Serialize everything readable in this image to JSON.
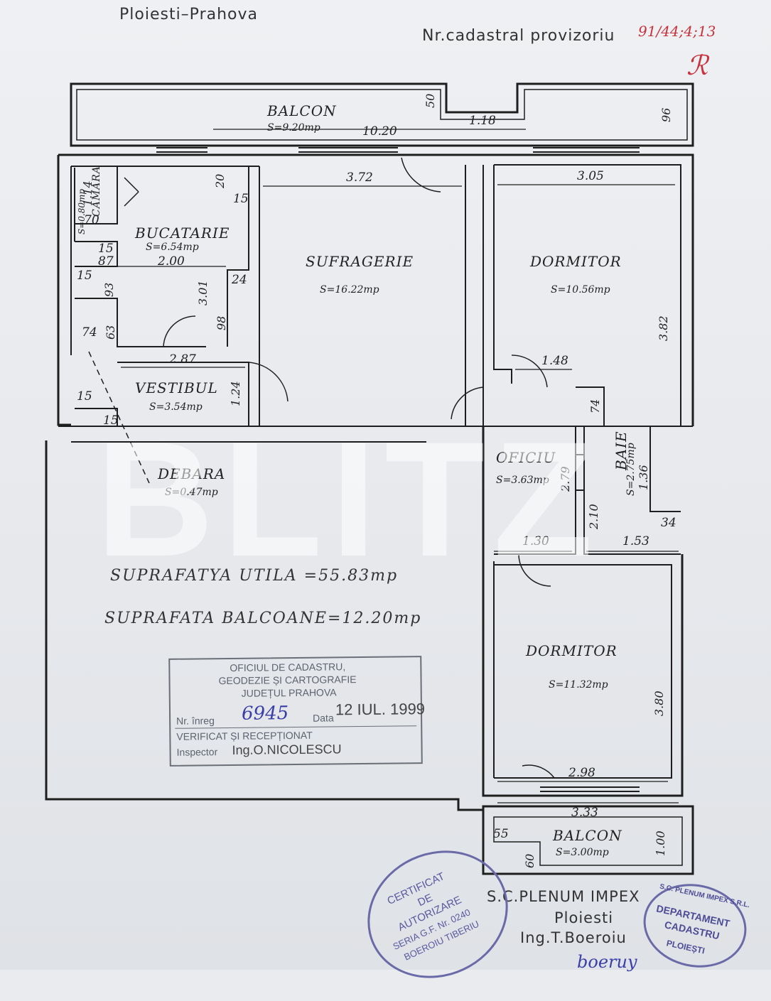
{
  "header": {
    "location": "Ploiesti–Prahova",
    "cadastral_label": "Nr.cadastral provizoriu",
    "cadastral_number": "91/44;4;13"
  },
  "rooms": {
    "balcon_top": {
      "name": "BALCON",
      "area": "S=9.20mp"
    },
    "camara": {
      "name": "CAMARA",
      "area": "S=0.80mp"
    },
    "bucatarie": {
      "name": "BUCATARIE",
      "area": "S=6.54mp"
    },
    "sufragerie": {
      "name": "SUFRAGERIE",
      "area": "S=16.22mp"
    },
    "dormitor_1": {
      "name": "DORMITOR",
      "area": "S=10.56mp"
    },
    "vestibul": {
      "name": "VESTIBUL",
      "area": "S=3.54mp"
    },
    "debara": {
      "name": "DEBARA",
      "area": "S=0.47mp"
    },
    "oficiu": {
      "name": "OFICIU",
      "area": "S=3.63mp"
    },
    "baie": {
      "name": "BAIE",
      "area": "S=2.75mp"
    },
    "dormitor_2": {
      "name": "DORMITOR",
      "area": "S=11.32mp"
    },
    "balcon_bottom": {
      "name": "BALCON",
      "area": "S=3.00mp"
    }
  },
  "dimensions": {
    "balcon_width": "10.20",
    "balcon_step": "1.18",
    "balcon_50": "50",
    "balcon_96": "96",
    "sufragerie_w": "3.72",
    "dormitor1_w": "3.05",
    "dormitor1_h": "3.82",
    "buc_20": "20",
    "buc_15": "15",
    "camara_114": "1.14",
    "camara_70": "70",
    "buc_w": "2.00",
    "buc_15b": "15",
    "buc_87": "87",
    "buc_15c": "15",
    "buc_93": "93",
    "buc_301": "3.01",
    "buc_24": "24",
    "buc_98": "98",
    "hall_74": "74",
    "hall_63": "63",
    "vest_w": "2.87",
    "vest_124": "1.24",
    "vest_15": "15",
    "vest_15b": "15",
    "hall_148": "1.48",
    "hall_74b": "74",
    "oficiu_279": "2.79",
    "oficiu_130": "1.30",
    "oficiu_210": "2.10",
    "baie_136": "1.36",
    "baie_153": "1.53",
    "baie_34": "34",
    "dormitor2_w": "2.98",
    "dormitor2_h": "3.80",
    "balcon2_w": "3.33",
    "balcon2_55": "55",
    "balcon2_60": "60",
    "balcon2_100": "1.00"
  },
  "summary": {
    "util": "SUPRAFATYA UTILA =55.83mp",
    "balcoane": "SUPRAFATA BALCOANE=12.20mp"
  },
  "stamp_office": {
    "line1": "OFICIUL DE CADASTRU,",
    "line2": "GEODEZIE ȘI CARTOGRAFIE",
    "line3": "JUDEȚUL PRAHOVA",
    "reg_label": "Nr. înreg",
    "reg_value": "6945",
    "date_label": "Data",
    "date_value": "12 IUL. 1999",
    "verified": "VERIFICAT ȘI RECEPȚIONAT",
    "inspector_label": "Inspector",
    "inspector_name": "Ing.O.NICOLESCU"
  },
  "company": {
    "name": "S.C.PLENUM IMPEX",
    "city": "Ploiesti",
    "engineer": "Ing.T.Boeroiu"
  },
  "stamp_cert": {
    "l1": "CERTIFICAT",
    "l2": "DE",
    "l3": "AUTORIZARE",
    "l4": "SERIA G.F. Nr. 0240",
    "l5": "BOEROIU TIBERIU"
  },
  "stamp_dept": {
    "ring": "S.C. PLENUM IMPEX S.R.L.",
    "l1": "DEPARTAMENT",
    "l2": "CADASTRU",
    "l3": "PLOIEȘTI"
  },
  "watermark": "BLITZ",
  "colors": {
    "ink": "#222222",
    "stamp": "#6b6aa8",
    "red_ink": "#c8323c"
  }
}
